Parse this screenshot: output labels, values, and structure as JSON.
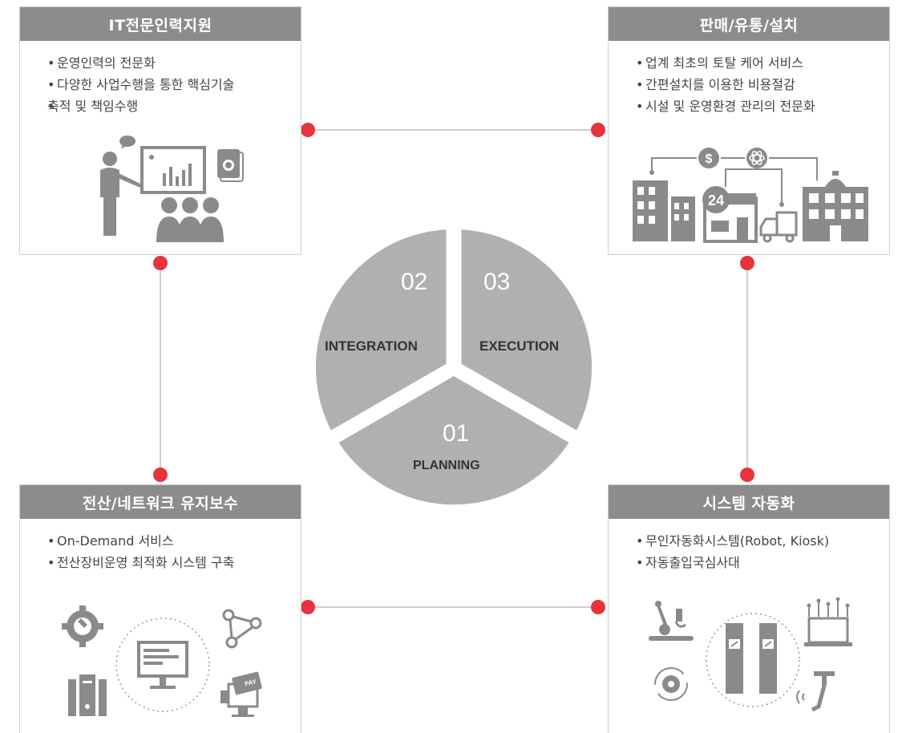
{
  "cards": {
    "top_left": {
      "title": "IT전문인력지원",
      "bullets": [
        "운영인력의 전문화",
        "다양한 사업수행을 통한 핵심기술",
        "축적 및 책임수행"
      ]
    },
    "top_right": {
      "title": "판매/유통/설치",
      "bullets": [
        "업계 최초의 토탈 케어 서비스",
        "간편설치를 이용한 비용절감",
        "시설 및 운영환경 관리의 전문화"
      ],
      "icon_24": "24"
    },
    "bottom_left": {
      "title": "전산/네트워크 유지보수",
      "bullets": [
        "On-Demand 서비스",
        "전산장비운영 최적화 시스템 구축"
      ],
      "pay_label": "PAY"
    },
    "bottom_right": {
      "title": "시스템 자동화",
      "bullets": [
        "무인자동화시스템(Robot, Kiosk)",
        "자동출입국심사대"
      ]
    }
  },
  "wheel": {
    "segments": [
      {
        "number": "02",
        "label": "INTEGRATION"
      },
      {
        "number": "03",
        "label": "EXECUTION"
      },
      {
        "number": "01",
        "label": "PLANNING"
      }
    ]
  },
  "colors": {
    "header_gray": "#8c8c8c",
    "wheel_gray": "#b0b0b0",
    "connector_red": "#e8323c",
    "line_gray": "#bdbdbd",
    "icon_gray": "#8a8a8a"
  },
  "icons": [
    "presenter-icon",
    "chart-board-icon",
    "certificate-icon",
    "audience-icon",
    "dollar-icon",
    "atom-icon",
    "buildings-icon",
    "store-24-icon",
    "truck-icon",
    "office-building-icon",
    "gear-wrench-icon",
    "monitor-icon",
    "network-nodes-icon",
    "server-icon",
    "pay-card-icon",
    "robot-arm-icon",
    "kiosk-gate-icon",
    "laptop-icon",
    "cycle-gear-icon",
    "wifi-sensor-icon"
  ]
}
